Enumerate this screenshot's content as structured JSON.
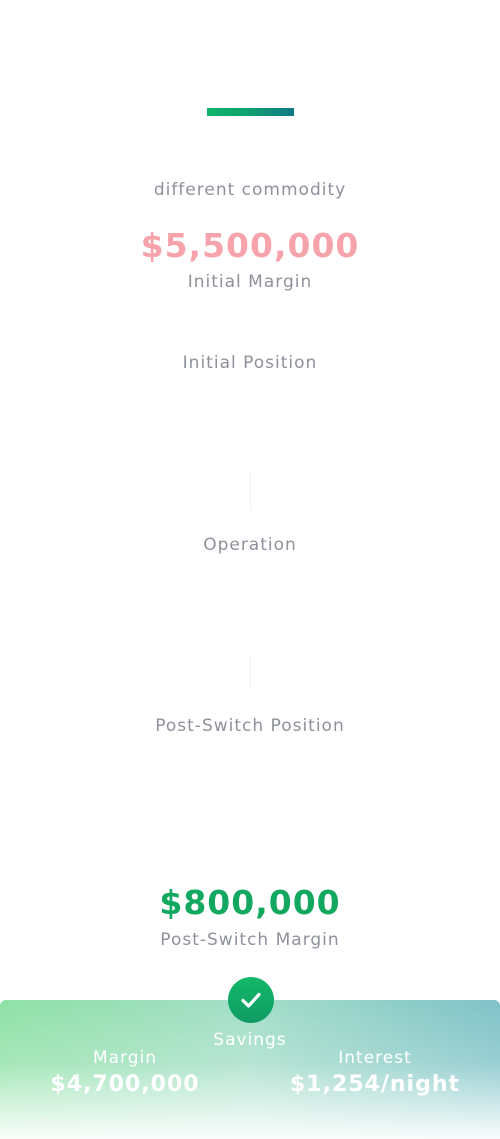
{
  "header": {
    "subtitle": "different commodity"
  },
  "initial": {
    "amount": "$5,500,000",
    "label": "Initial Margin"
  },
  "sections": {
    "initial_position": "Initial Position",
    "operation": "Operation",
    "post_switch_position": "Post-Switch Position"
  },
  "post_switch": {
    "amount": "$800,000",
    "label": "Post-Switch Margin"
  },
  "savings": {
    "title": "Savings",
    "margin_label": "Margin",
    "margin_value": "$4,700,000",
    "interest_label": "Interest",
    "interest_value": "$1,254/night"
  },
  "colors": {
    "accent": "#10b46c",
    "initial_amount": "#f7a3ab",
    "post_amount": "#12a85f",
    "muted_text": "#8e919b"
  },
  "icons": {
    "savings_badge": "checkmark-icon"
  }
}
